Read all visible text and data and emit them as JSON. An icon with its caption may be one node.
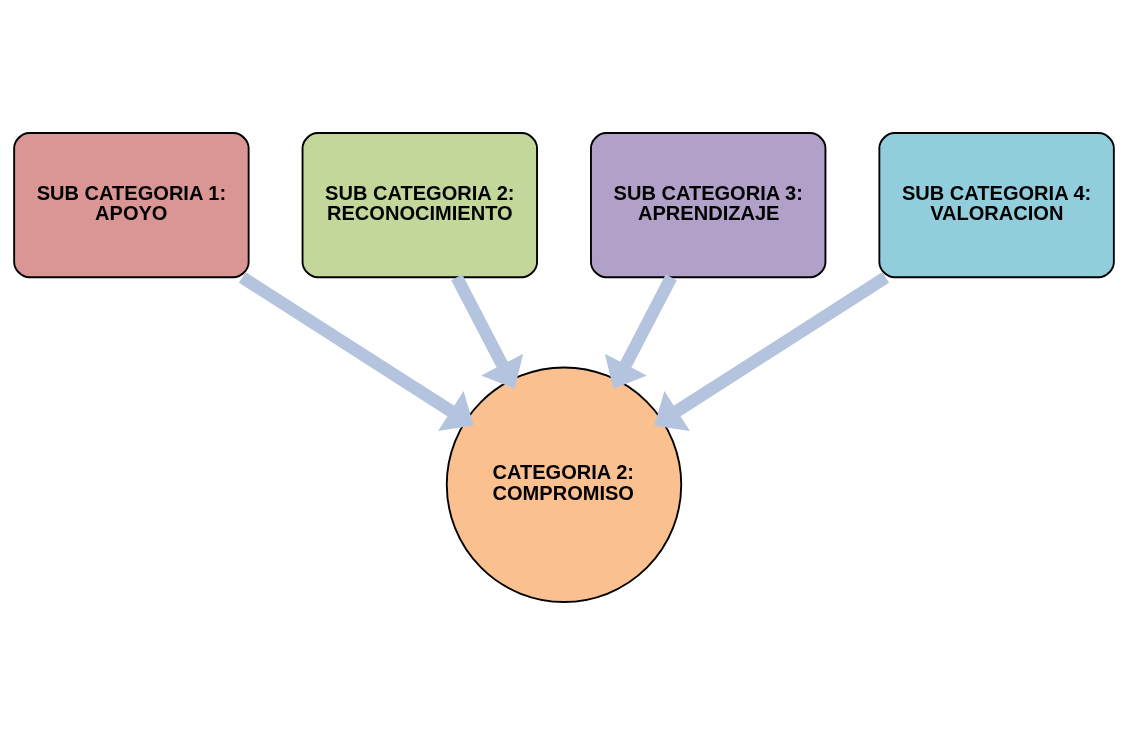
{
  "diagram": {
    "nodes": [
      {
        "text": [
          "SUB CATEGORIA 2: RECONOCIMIENTO"
        ]
      },
      {
        "text": [
          "SUB CATEGORIA 3: APRENDIZAJE"
        ]
      },
      {
        "text": [
          "SUB CATEGORIA 1: APOYO"
        ]
      },
      {
        "text": [
          "SUB CATEGORIA 4: VALORACION"
        ]
      },
      {
        "text": [
          "CATEGORIA 2: COMPROMISO"
        ]
      }
    ],
    "edges": [
      {
        "from": 0,
        "to": 4,
        "arrow": "to"
      },
      {
        "from": 1,
        "to": 4,
        "arrow": "to"
      },
      {
        "from": 2,
        "to": 4,
        "arrow": "to"
      },
      {
        "from": 3,
        "to": 4,
        "arrow": "to"
      }
    ]
  }
}
